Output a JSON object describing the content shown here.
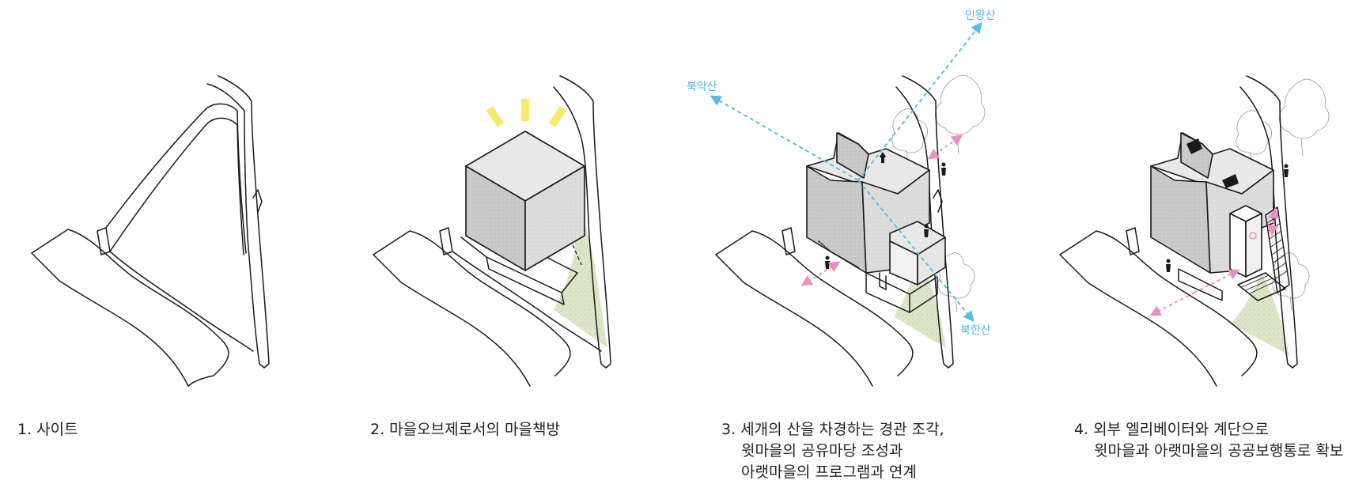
{
  "colors": {
    "concrete_left": "#c9c9c9",
    "concrete_right": "#dcdcdc",
    "concrete_top": "#e9e9e9",
    "sun_rays": "#f7e96c",
    "view_axis": "#5bbbe6",
    "pedestrian_axis": "#ec8fc0",
    "green_slope": "#dde6c8"
  },
  "panels": [
    {
      "caption_lines": [
        "1. 사이트"
      ]
    },
    {
      "caption_lines": [
        "2. 마을오브제로서의 마을책방"
      ]
    },
    {
      "caption_lines": [
        "3. 세개의 산을 차경하는 경관 조각,",
        "윗마을의 공유마당 조성과",
        "아랫마을의 프로그램과 연계"
      ],
      "mountain_labels": {
        "inwang": "인왕산",
        "bukak": "북악산",
        "bukhan": "북한산"
      }
    },
    {
      "caption_lines": [
        "4. 외부 엘리베이터와 계단으로",
        "윗마을과 아랫마을의 공공보행통로 확보"
      ]
    }
  ]
}
